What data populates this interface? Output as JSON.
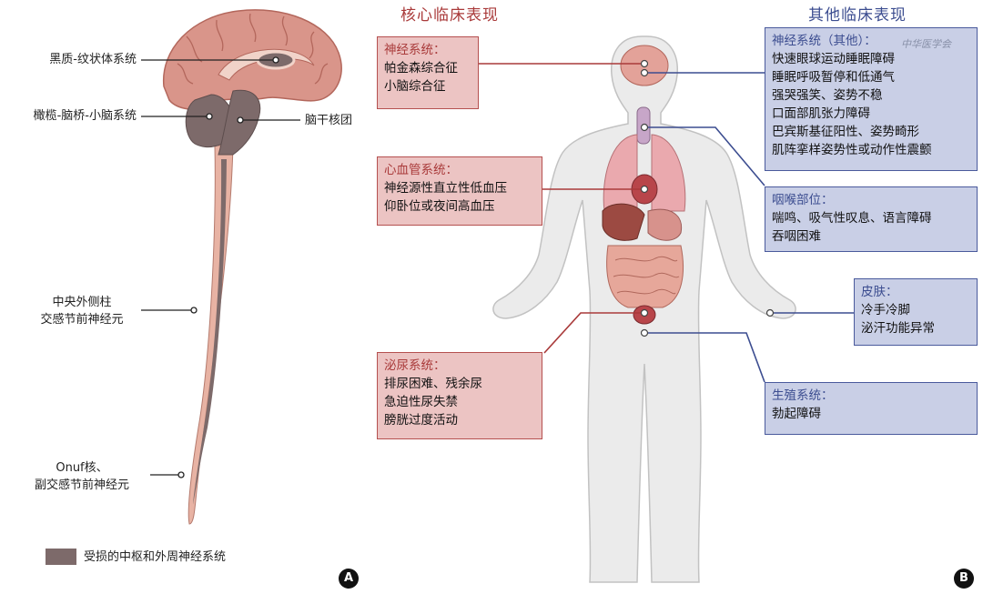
{
  "panel_a": {
    "labels": {
      "substantia_nigra": "黑质-纹状体系统",
      "olivopontocerebellar": "橄榄-脑桥-小脑系统",
      "brainstem_nuclei": "脑干核团",
      "intermediolateral_line1": "中央外侧柱",
      "intermediolateral_line2": "交感节前神经元",
      "onuf_line1": "Onuf核、",
      "onuf_line2": "副交感节前神经元"
    },
    "legend": "受损的中枢和外周神经系统",
    "badge": "A"
  },
  "panel_b": {
    "core_heading": "核心临床表现",
    "other_heading": "其他临床表现",
    "core_boxes": [
      {
        "title": "神经系统：",
        "lines": [
          "帕金森综合征",
          "小脑综合征"
        ]
      },
      {
        "title": "心血管系统：",
        "lines": [
          "神经源性直立性低血压",
          "仰卧位或夜间高血压"
        ]
      },
      {
        "title": "泌尿系统：",
        "lines": [
          "排尿困难、残余尿",
          "急迫性尿失禁",
          "膀胱过度活动"
        ]
      }
    ],
    "other_boxes": [
      {
        "title": "神经系统（其他）：",
        "lines": [
          "快速眼球运动睡眠障碍",
          "睡眠呼吸暂停和低通气",
          "强哭强笑、姿势不稳",
          "口面部肌张力障碍",
          "巴宾斯基征阳性、姿势畸形",
          "肌阵挛样姿势性或动作性震颤"
        ]
      },
      {
        "title": "咽喉部位：",
        "lines": [
          "喘鸣、吸气性叹息、语言障碍",
          "吞咽困难"
        ]
      },
      {
        "title": "皮肤：",
        "lines": [
          "冷手冷脚",
          "泌汗功能异常"
        ]
      },
      {
        "title": "生殖系统：",
        "lines": [
          "勃起障碍"
        ]
      }
    ],
    "watermark": "中华医学会",
    "badge": "B"
  },
  "colors": {
    "core_accent": "#a93a3a",
    "core_fill": "#ecc4c3",
    "other_accent": "#3c4d90",
    "other_fill": "#c9cfe6",
    "damaged_tissue": "#7d6a6a",
    "brain": "#d9958a",
    "body_skin": "#ebebeb"
  }
}
